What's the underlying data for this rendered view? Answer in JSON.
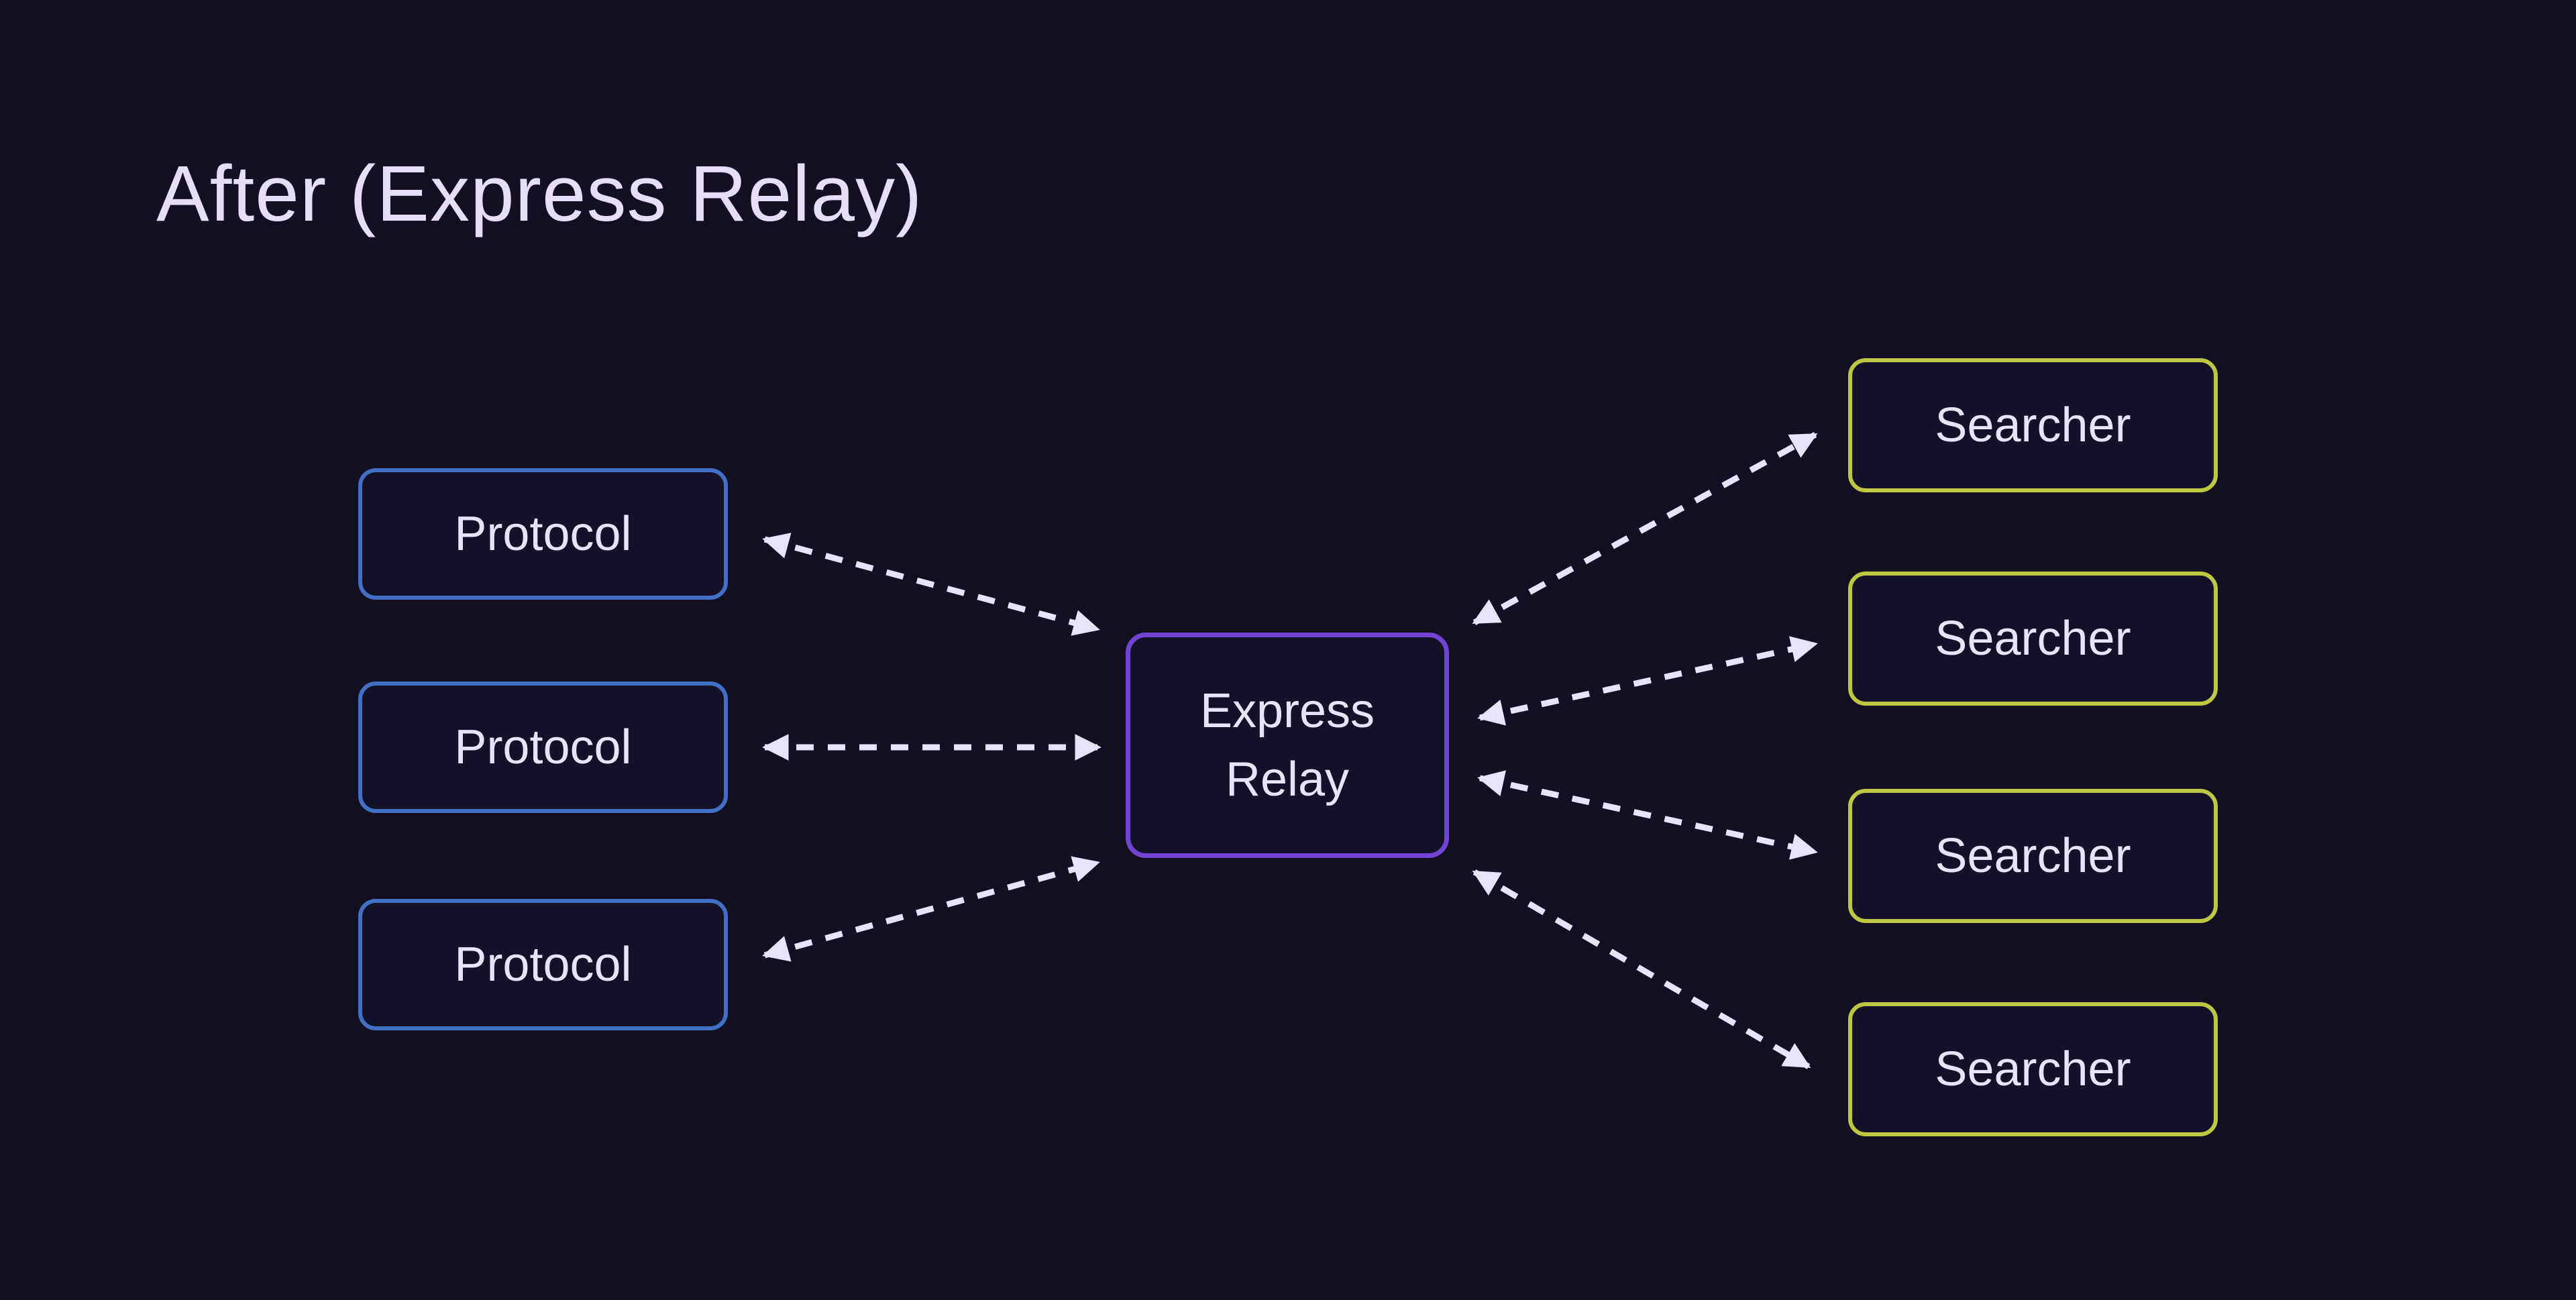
{
  "title": "After (Express Relay)",
  "diagram": {
    "protocols": [
      {
        "label": "Protocol"
      },
      {
        "label": "Protocol"
      },
      {
        "label": "Protocol"
      }
    ],
    "relay": {
      "label": "Express Relay"
    },
    "searchers": [
      {
        "label": "Searcher"
      },
      {
        "label": "Searcher"
      },
      {
        "label": "Searcher"
      },
      {
        "label": "Searcher"
      }
    ],
    "connections": [
      {
        "from": "protocol-1",
        "to": "express-relay",
        "style": "dashed-double-arrow"
      },
      {
        "from": "protocol-2",
        "to": "express-relay",
        "style": "dashed-double-arrow"
      },
      {
        "from": "protocol-3",
        "to": "express-relay",
        "style": "dashed-double-arrow"
      },
      {
        "from": "express-relay",
        "to": "searcher-1",
        "style": "dashed-double-arrow"
      },
      {
        "from": "express-relay",
        "to": "searcher-2",
        "style": "dashed-double-arrow"
      },
      {
        "from": "express-relay",
        "to": "searcher-3",
        "style": "dashed-double-arrow"
      },
      {
        "from": "express-relay",
        "to": "searcher-4",
        "style": "dashed-double-arrow"
      }
    ]
  },
  "colors": {
    "background": "#121021",
    "node_fill": "#141228",
    "protocol_border": "#4270C6",
    "relay_border": "#7244D4",
    "searcher_border": "#BEC742",
    "text_and_arrows": "#E9E3F9"
  }
}
